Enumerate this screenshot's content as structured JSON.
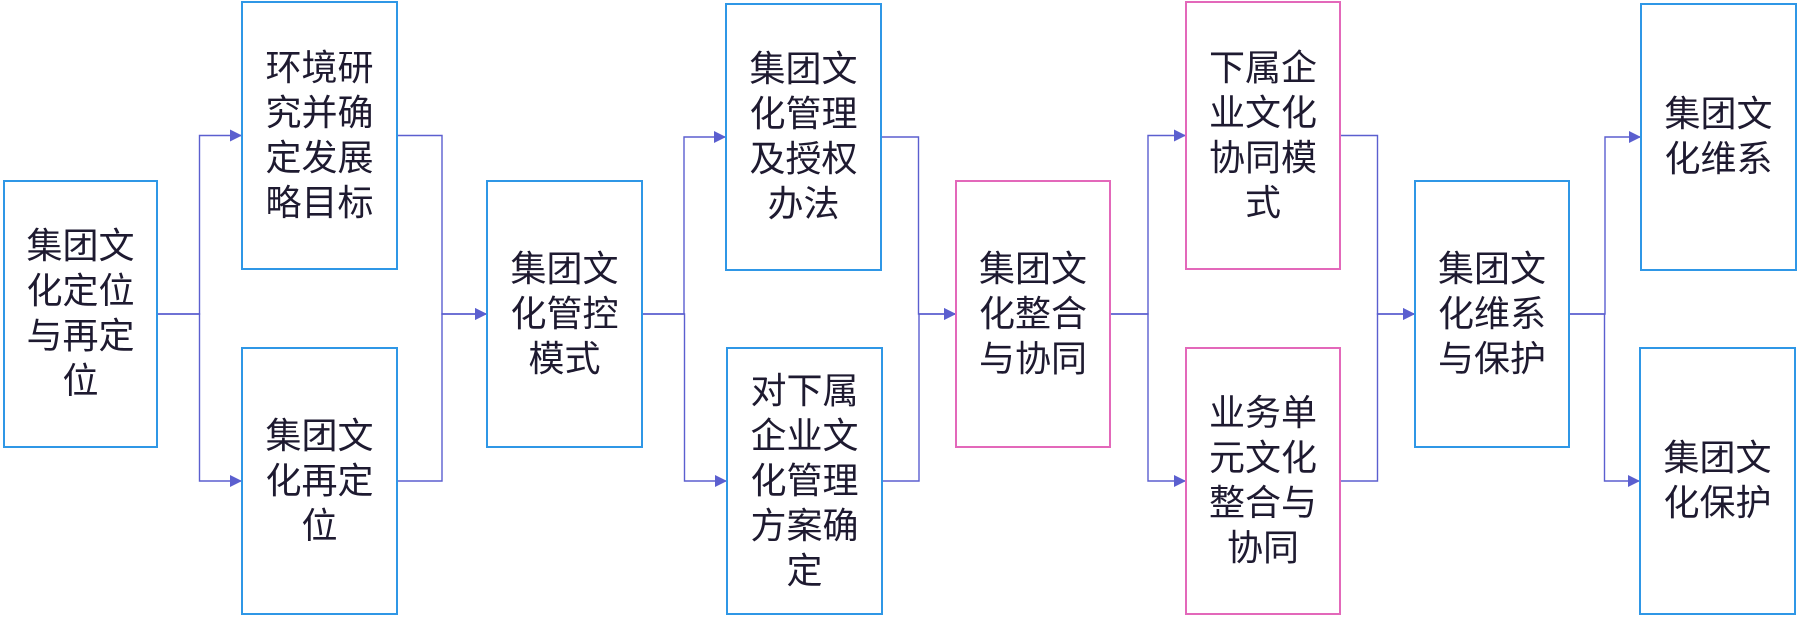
{
  "colors": {
    "primary_border": "#2F97E6",
    "highlight_border": "#E368BA",
    "connector": "#5B5FCF",
    "text": "#1E1A30"
  },
  "nodes": [
    {
      "id": "n1",
      "label": "集团文化定位与再定位",
      "style": "blue"
    },
    {
      "id": "n2",
      "label": "环境研究并确定发展略目标",
      "style": "blue"
    },
    {
      "id": "n3",
      "label": "集团文化再定位",
      "style": "blue"
    },
    {
      "id": "n4",
      "label": "集团文化管控模式",
      "style": "blue"
    },
    {
      "id": "n5",
      "label": "集团文化管理及授权办法",
      "style": "blue"
    },
    {
      "id": "n6",
      "label": "对下属企业文化管理方案确定",
      "style": "blue"
    },
    {
      "id": "n7",
      "label": "集团文化整合与协同",
      "style": "pink"
    },
    {
      "id": "n8",
      "label": "下属企业文化协同模式",
      "style": "pink"
    },
    {
      "id": "n9",
      "label": "业务单元文化整合与协同",
      "style": "pink"
    },
    {
      "id": "n10",
      "label": "集团文化维系与保护",
      "style": "blue"
    },
    {
      "id": "n11",
      "label": "集团文化维系",
      "style": "blue"
    },
    {
      "id": "n12",
      "label": "集团文化保护",
      "style": "blue"
    }
  ],
  "edges": [
    [
      "n1",
      "n2"
    ],
    [
      "n1",
      "n3"
    ],
    [
      "n2",
      "n4"
    ],
    [
      "n3",
      "n4"
    ],
    [
      "n4",
      "n5"
    ],
    [
      "n4",
      "n6"
    ],
    [
      "n5",
      "n7"
    ],
    [
      "n6",
      "n7"
    ],
    [
      "n7",
      "n8"
    ],
    [
      "n7",
      "n9"
    ],
    [
      "n8",
      "n10"
    ],
    [
      "n9",
      "n10"
    ],
    [
      "n10",
      "n11"
    ],
    [
      "n10",
      "n12"
    ]
  ]
}
